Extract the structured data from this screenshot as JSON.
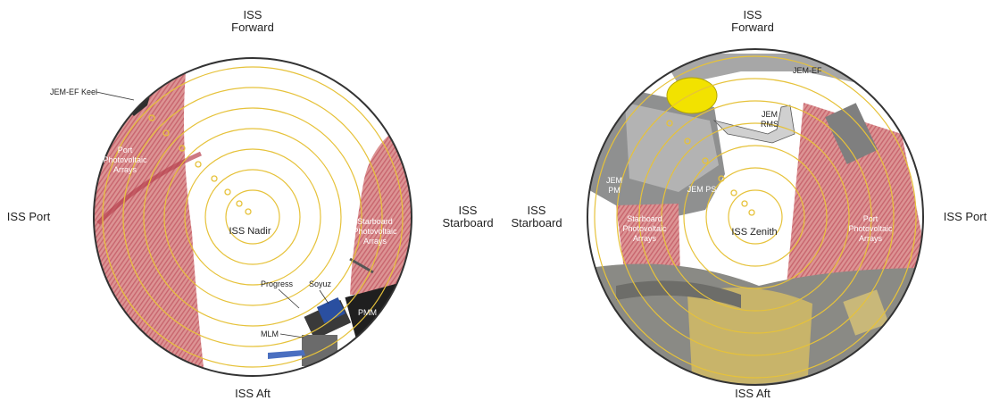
{
  "nadir_view": {
    "forward": [
      "ISS",
      "Forward"
    ],
    "aft": "ISS Aft",
    "left": "ISS Port",
    "right": [
      "ISS",
      "Starboard"
    ],
    "center": "ISS Nadir",
    "callouts": {
      "jem_ef_keel": "JEM-EF Keel",
      "port_arrays": [
        "Port",
        "Photovoltaic",
        "Arrays"
      ],
      "starboard_arrays": [
        "Starboard",
        "Photovoltaic",
        "Arrays"
      ],
      "progress": "Progress",
      "soyuz": "Soyuz",
      "mlm": "MLM",
      "pmm": "PMM"
    }
  },
  "zenith_view": {
    "forward": [
      "ISS",
      "Forward"
    ],
    "aft": "ISS Aft",
    "left": [
      "ISS",
      "Starboard"
    ],
    "right": "ISS Port",
    "center": "ISS Zenith",
    "callouts": {
      "jem_ef": "JEM-EF",
      "jem_rms": [
        "JEM",
        "RMS"
      ],
      "jem_pm": [
        "JEM",
        "PM"
      ],
      "jem_ps": "JEM PS",
      "starboard_arrays": [
        "Starboard",
        "Photovoltaic",
        "Arrays"
      ],
      "port_arrays": [
        "Port",
        "Photovoltaic",
        "Arrays"
      ]
    }
  },
  "colors": {
    "ring": "#e6c23a",
    "array_fill": "#d98b8b",
    "array_stripe": "#c9656d",
    "module_gray": "#8f9090",
    "module_gold": "#c8b46a",
    "module_yellow": "#f2e200"
  }
}
